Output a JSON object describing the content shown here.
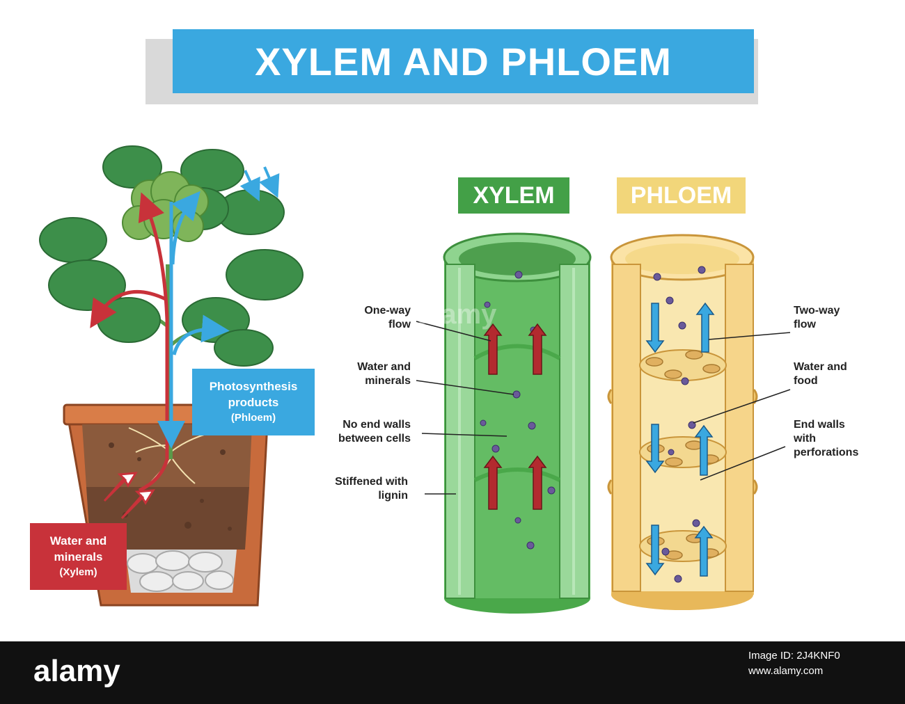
{
  "title": "XYLEM AND PHLOEM",
  "headers": {
    "xylem": "XYLEM",
    "phloem": "PHLOEM"
  },
  "plant_labels": {
    "phloem_box": {
      "line1": "Photosynthesis",
      "line2": "products",
      "line3": "(Phloem)"
    },
    "xylem_box": {
      "line1": "Water and",
      "line2": "minerals",
      "line3": "(Xylem)"
    }
  },
  "xylem_labels": [
    {
      "line1": "One-way",
      "line2": "flow"
    },
    {
      "line1": "Water and",
      "line2": "minerals"
    },
    {
      "line1": "No end walls",
      "line2": "between cells"
    },
    {
      "line1": "Stiffened with",
      "line2": "lignin"
    }
  ],
  "phloem_labels": [
    {
      "line1": "Two-way",
      "line2": "flow"
    },
    {
      "line1": "Water and",
      "line2": "food"
    },
    {
      "line1": "End walls",
      "line2": "with",
      "line3": "perforations"
    }
  ],
  "watermark": {
    "logo": "alamy",
    "center": "alamy",
    "image_id_label": "Image ID: 2J4KNF0",
    "site": "www.alamy.com"
  },
  "colors": {
    "title_bg": "#3aa8e0",
    "xylem_green": "#43a047",
    "phloem_yellow": "#f2d67a",
    "red_arrow": "#c8323a",
    "blue_arrow": "#3aa8e0"
  }
}
